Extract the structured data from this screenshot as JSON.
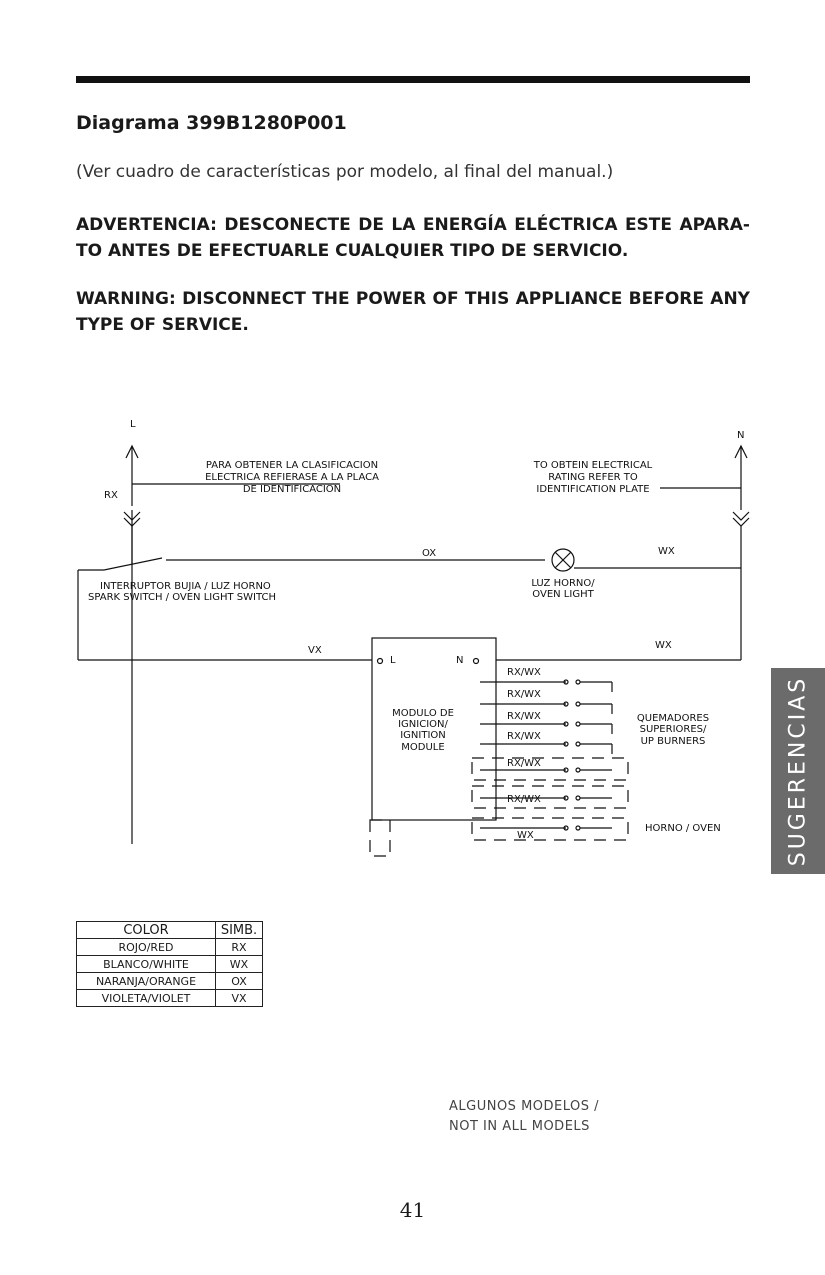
{
  "title": "Diagrama 399B1280P001",
  "subtitle": "(Ver cuadro de características por modelo, al final del manual.)",
  "warning_es": "ADVERTENCIA: DESCONECTE DE LA ENERGÍA ELÉCTRICA ESTE APARA-TO ANTES DE EFECTUARLE CUALQUIER TIPO DE SERVICIO.",
  "warning_en": "WARNING: DISCONNECT THE POWER OF THIS APPLIANCE BEFORE ANY TYPE OF SERVICE.",
  "diagram": {
    "terminal_l": "L",
    "terminal_n": "N",
    "rx": "RX",
    "note_es": [
      "PARA OBTENER LA CLASIFICACION",
      "ELECTRICA REFIERASE A LA PLACA",
      "DE IDENTIFICACION"
    ],
    "note_en": [
      "TO OBTEIN ELECTRICAL",
      "RATING REFER TO",
      "IDENTIFICATION PLATE"
    ],
    "ox": "OX",
    "wx_top": "WX",
    "switch_label": [
      "INTERRUPTOR BUJIA / LUZ HORNO",
      "SPARK SWITCH / OVEN LIGHT SWITCH"
    ],
    "light_label": [
      "LUZ HORNO/",
      "OVEN LIGHT"
    ],
    "vx": "VX",
    "wx_mid": "WX",
    "module_l": "L",
    "module_n": "N",
    "module_label": [
      "MODULO DE",
      "IGNICION/",
      "IGNITION",
      "MODULE"
    ],
    "burner_wires": [
      "RX/WX",
      "RX/WX",
      "RX/WX",
      "RX/WX",
      "RX/WX",
      "RX/WX"
    ],
    "oven_wire": "WX",
    "burners_label": [
      "QUEMADORES",
      "SUPERIORES/",
      "UP BURNERS"
    ],
    "oven_label": "HORNO / OVEN"
  },
  "side_tab": "SUGERENCIAS",
  "color_table": {
    "headers": [
      "COLOR",
      "SIMB."
    ],
    "rows": [
      [
        "ROJO/RED",
        "RX"
      ],
      [
        "BLANCO/WHITE",
        "WX"
      ],
      [
        "NARANJA/ORANGE",
        "OX"
      ],
      [
        "VIOLETA/VIOLET",
        "VX"
      ]
    ]
  },
  "legend_note": [
    "ALGUNOS  MODELOS  /",
    "NOT IN ALL MODELS"
  ],
  "page_number": "41"
}
